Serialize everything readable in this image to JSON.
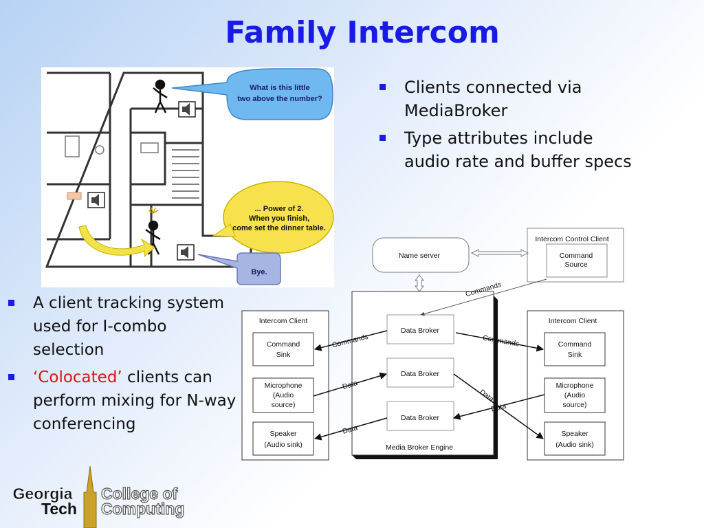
{
  "slide": {
    "title": "Family Intercom"
  },
  "floorplan": {
    "bubble1": [
      "What is this little",
      "two above the number?"
    ],
    "bubble2": [
      "... Power of 2.",
      "When you finish,",
      "come set the dinner table."
    ],
    "bubble3": "Bye."
  },
  "bullets_top": [
    {
      "text": "Clients connected via MediaBroker"
    },
    {
      "text": "Type attributes include audio rate and buffer specs"
    }
  ],
  "bullets_bottom": [
    {
      "text": "A client tracking system used for I-combo selection"
    },
    {
      "highlight": "‘Colocated’",
      "text": " clients can perform mixing for N-way conferencing"
    }
  ],
  "diagram": {
    "name_server": "Name server",
    "control_client": {
      "title": "Intercom Control Client",
      "box": [
        "Command",
        "Source"
      ]
    },
    "engine_label": "Media Broker Engine",
    "brokers": [
      "Data Broker",
      "Data Broker",
      "Data Broker"
    ],
    "left_client": {
      "title": "Intercom Client",
      "command": [
        "Command",
        "Sink"
      ],
      "mic": [
        "Microphone",
        "(Audio",
        "source)"
      ],
      "speaker": [
        "Speaker",
        "(Audio sink)"
      ]
    },
    "right_client": {
      "title": "Intercom Client",
      "command": [
        "Command",
        "Sink"
      ],
      "mic": [
        "Microphone",
        "(Audio",
        "source)"
      ],
      "speaker": [
        "Speaker",
        "(Audio sink)"
      ]
    },
    "labels": {
      "commands": "Commands",
      "data": "Data"
    }
  },
  "logo": {
    "left_line1": "Georgia",
    "left_line2": "Tech",
    "right_line1": "College of",
    "right_line2": "Computing"
  },
  "colors": {
    "title": "#1a1ae6",
    "bullet": "#1a1ae6",
    "highlight": "#e01010"
  }
}
